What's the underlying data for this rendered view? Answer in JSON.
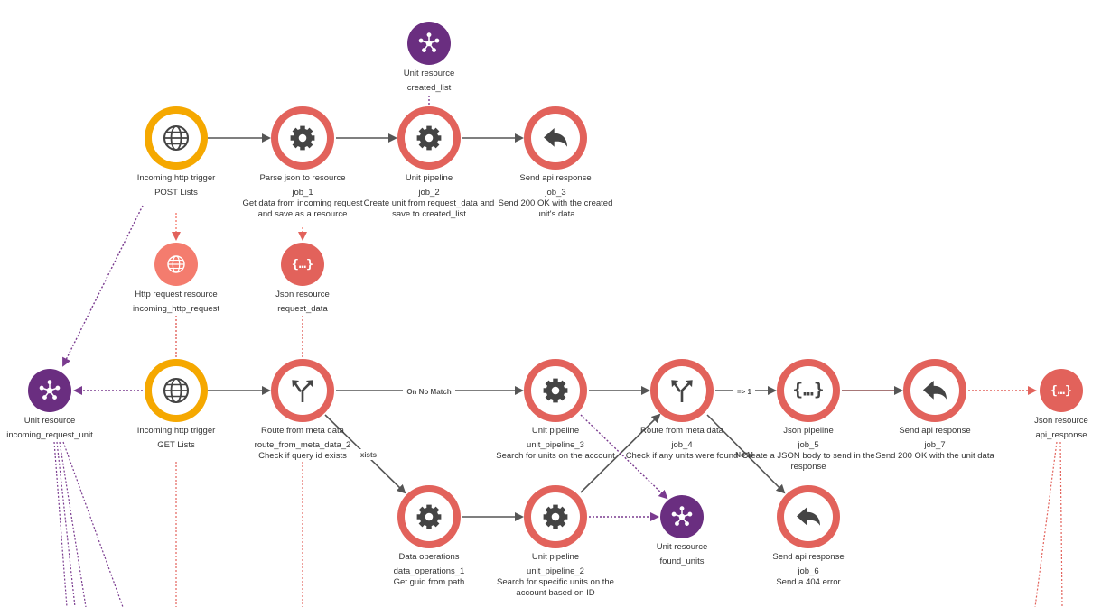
{
  "colors": {
    "trigger": "#f5a800",
    "job": "#e2625b",
    "resource_light": "#f47c6e",
    "unit_resource": "#6a2e80",
    "icon_fill": "#444444",
    "edge_gray": "#555555",
    "edge_purple": "#7a3b8f",
    "edge_red": "#e2625b"
  },
  "nodes": [
    {
      "id": "unit_created",
      "title": "Unit resource",
      "name": "created_list",
      "desc": "",
      "icon": "hub-icon",
      "kind": "unit"
    },
    {
      "id": "trig_post",
      "title": "Incoming http trigger",
      "name": "POST Lists",
      "desc": "",
      "icon": "globe-icon",
      "kind": "trigger"
    },
    {
      "id": "job1",
      "title": "Parse json to resource",
      "name": "job_1",
      "desc": "Get data from incoming request and save as a resource",
      "icon": "gear-icon",
      "kind": "job"
    },
    {
      "id": "job2",
      "title": "Unit pipeline",
      "name": "job_2",
      "desc": "Create unit from request_data and save to created_list",
      "icon": "gear-icon",
      "kind": "job"
    },
    {
      "id": "job3",
      "title": "Send api response",
      "name": "job_3",
      "desc": "Send 200 OK with the created unit's data",
      "icon": "reply-icon",
      "kind": "job"
    },
    {
      "id": "http_res",
      "title": "Http request resource",
      "name": "incoming_http_request",
      "desc": "",
      "icon": "globe-icon",
      "kind": "resource"
    },
    {
      "id": "json_req",
      "title": "Json resource",
      "name": "request_data",
      "desc": "",
      "icon": "braces-icon",
      "kind": "resource_json"
    },
    {
      "id": "unit_in",
      "title": "Unit resource",
      "name": "incoming_request_unit",
      "desc": "",
      "icon": "hub-icon",
      "kind": "unit"
    },
    {
      "id": "trig_get",
      "title": "Incoming http trigger",
      "name": "GET Lists",
      "desc": "",
      "icon": "globe-icon",
      "kind": "trigger"
    },
    {
      "id": "route2",
      "title": "Route from meta data",
      "name": "route_from_meta_data_2",
      "desc": "Check if query id exists",
      "icon": "split-icon",
      "kind": "job"
    },
    {
      "id": "up3",
      "title": "Unit pipeline",
      "name": "unit_pipeline_3",
      "desc": "Search for units on the account",
      "icon": "gear-icon",
      "kind": "job"
    },
    {
      "id": "job4",
      "title": "Route from meta data",
      "name": "job_4",
      "desc": "Check if any units were found",
      "icon": "split-icon",
      "kind": "job"
    },
    {
      "id": "job5",
      "title": "Json pipeline",
      "name": "job_5",
      "desc": "Create a JSON body to send in the response",
      "icon": "braces-icon",
      "kind": "job"
    },
    {
      "id": "job7",
      "title": "Send api response",
      "name": "job_7",
      "desc": "Send 200 OK with the unit data",
      "icon": "reply-icon",
      "kind": "job"
    },
    {
      "id": "json_api",
      "title": "Json resource",
      "name": "api_response",
      "desc": "",
      "icon": "braces-icon",
      "kind": "resource_json"
    },
    {
      "id": "dataops",
      "title": "Data operations",
      "name": "data_operations_1",
      "desc": "Get guid from path",
      "icon": "gear-icon",
      "kind": "job"
    },
    {
      "id": "up2",
      "title": "Unit pipeline",
      "name": "unit_pipeline_2",
      "desc": "Search for specific units on the account based on ID",
      "icon": "gear-icon",
      "kind": "job"
    },
    {
      "id": "unit_found",
      "title": "Unit resource",
      "name": "found_units",
      "desc": "",
      "icon": "hub-icon",
      "kind": "unit"
    },
    {
      "id": "job6",
      "title": "Send api response",
      "name": "job_6",
      "desc": "Send a 404 error",
      "icon": "reply-icon",
      "kind": "job"
    }
  ],
  "edge_labels": {
    "on_no_match": "On No Match",
    "exists": "xists",
    "eq_one": "=> 1",
    "no_match_short": "No M"
  }
}
